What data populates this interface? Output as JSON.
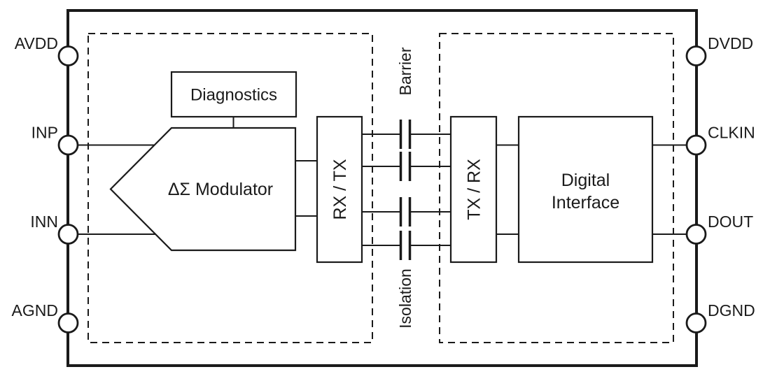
{
  "colors": {
    "ink": "#1a1a1a",
    "background": "#ffffff"
  },
  "pins": {
    "left": [
      {
        "label": "AVDD"
      },
      {
        "label": "INP"
      },
      {
        "label": "INN"
      },
      {
        "label": "AGND"
      }
    ],
    "right": [
      {
        "label": "DVDD"
      },
      {
        "label": "CLKIN"
      },
      {
        "label": "DOUT"
      },
      {
        "label": "DGND"
      }
    ]
  },
  "blocks": {
    "diagnostics": "Diagnostics",
    "modulator": "ΔΣ Modulator",
    "rx_tx": "RX / TX",
    "tx_rx": "TX / RX",
    "digital_interface": [
      "Digital",
      "Interface"
    ],
    "barrier": "Barrier",
    "isolation": "Isolation"
  }
}
